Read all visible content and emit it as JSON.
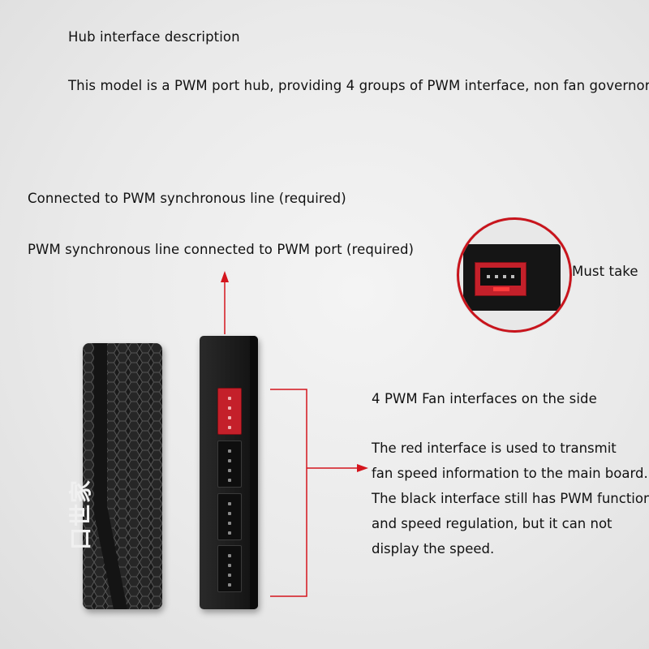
{
  "header": {
    "title": "Hub interface description",
    "description": "This model is a PWM port hub, providing 4 groups of PWM interface, non fan governor."
  },
  "callouts": {
    "connected_line": "Connected to PWM synchronous line (required)",
    "pwm_line": "PWM synchronous line connected to PWM port (required)",
    "must_take": "Must take",
    "side_ports": "4 PWM Fan interfaces on the side",
    "explanation": [
      "The red interface is used to transmit",
      "fan speed information to the main board.",
      "The black interface still has PWM function",
      "and speed regulation, but it can not",
      "display the speed."
    ]
  },
  "product": {
    "brand": "口世家",
    "port_count": 4,
    "highlighted_port_index": 0,
    "colors": {
      "highlight": "#c4202a",
      "body": "#1a1a1a",
      "arrow": "#d4151d"
    }
  }
}
